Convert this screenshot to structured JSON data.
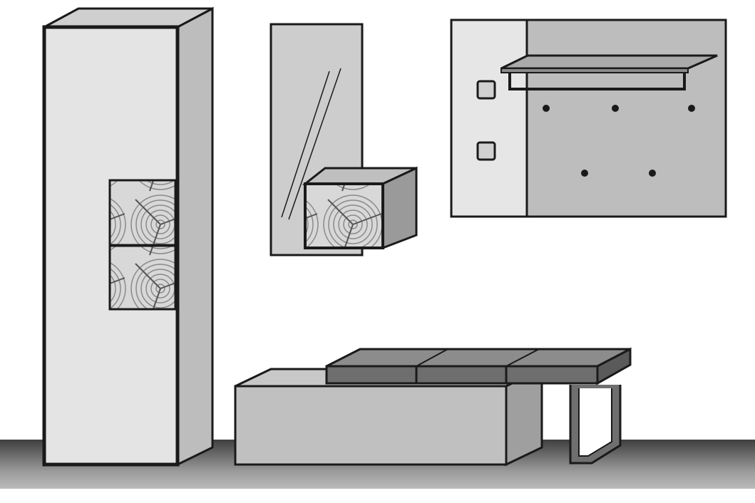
{
  "scene": {
    "illustration": "hallway-furniture-set",
    "items": [
      {
        "name": "tall-cabinet",
        "feature": "wood-grain-panels"
      },
      {
        "name": "wall-mirror"
      },
      {
        "name": "wall-cube-shelf",
        "feature": "wood-grain-front"
      },
      {
        "name": "coat-rack-panel",
        "hooks": 5,
        "shelf": true
      },
      {
        "name": "bench-base"
      },
      {
        "name": "bench-cushions",
        "count": 3
      }
    ],
    "colors": {
      "outline": "#1a1a1a",
      "panel_light": "#e4e4e4",
      "panel_mid": "#bdbdbd",
      "panel_dark": "#9a9a9a",
      "cushion": "#7d7d7d",
      "floor_top": "#4f4f4f",
      "floor_bottom": "#c9c9c9"
    }
  }
}
